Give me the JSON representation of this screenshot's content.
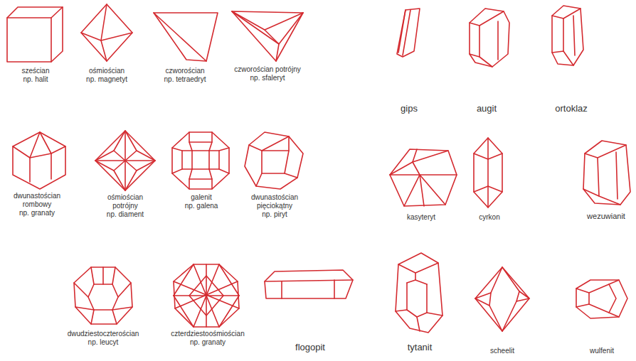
{
  "diagram": {
    "labels": [
      "sześcian",
      "np. halit",
      "ośmiościan",
      "np. magnetyt",
      "czworościan",
      "np. tetraedryt",
      "czworościan potrójny",
      "np. sfaleryt",
      "gips",
      "augit",
      "ortoklaz",
      "dwunastościan",
      "rombowy",
      "np. granaty",
      "ośmiościan",
      "potrójny",
      "np. diament",
      "galenit",
      "np. galena",
      "dwunastościan",
      "pięciokątny",
      "np. piryt",
      "kasyteryt",
      "cyrkon",
      "wezuwianit",
      "dwudziestoczterościan",
      "np. leucyt",
      "czterdziestoośmiościan",
      "np. granaty",
      "flogopit",
      "tytanit",
      "scheelit",
      "wulfenit"
    ]
  }
}
